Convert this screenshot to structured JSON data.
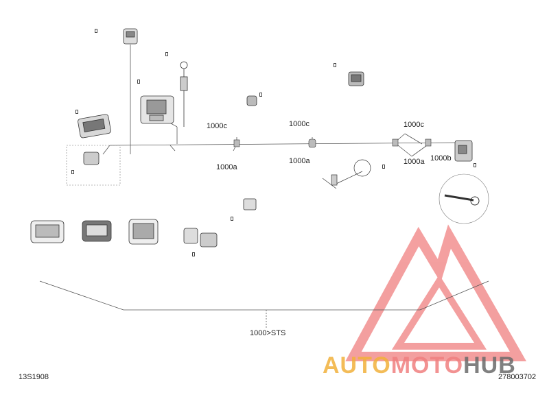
{
  "figure_id": "13S1908",
  "part_number": "278003702",
  "callouts": {
    "c1000c_1": "1000c",
    "c1000a_1": "1000a",
    "c1000c_2": "1000c",
    "c1000a_2": "1000a",
    "c1000c_3": "1000c",
    "c1000a_3": "1000a",
    "c1000b": "1000b",
    "sts": "1000>STS"
  },
  "watermark": {
    "part1": "AUTO",
    "part2": "MOTO",
    "part3": "HUB"
  },
  "colors": {
    "line": "#555555",
    "logo_red": "#f08080",
    "logo_yellow": "#f2b13b",
    "logo_gray": "#6b6b6b"
  }
}
